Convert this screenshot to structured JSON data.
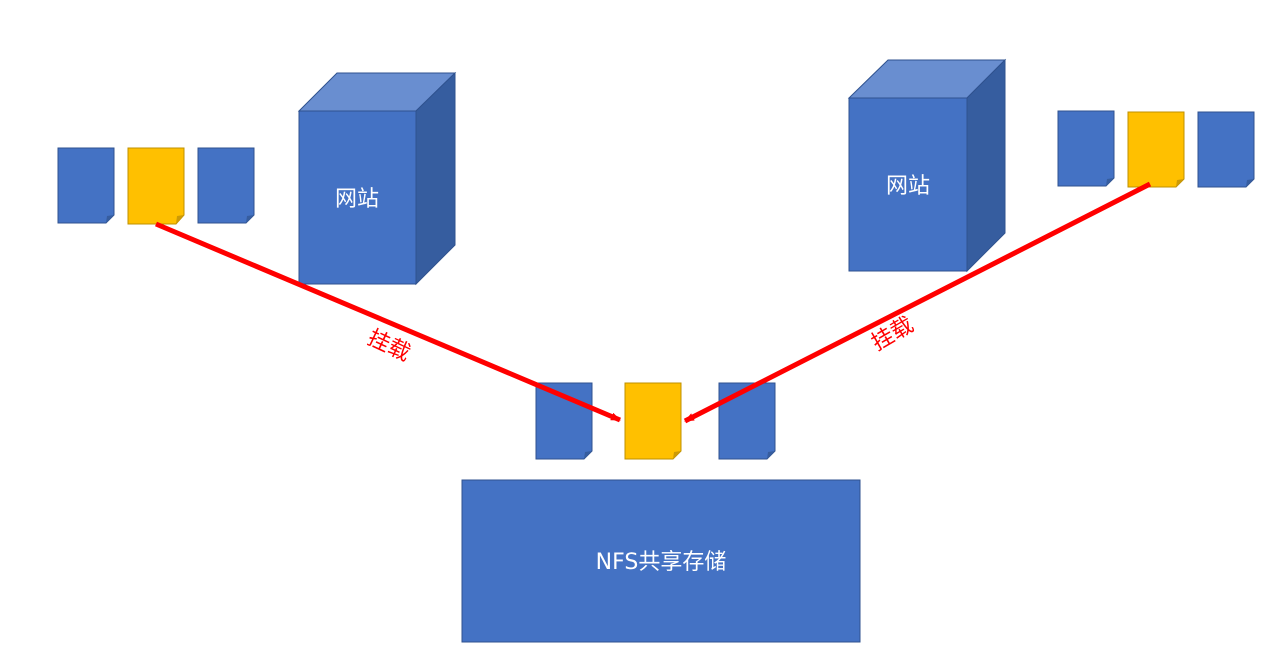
{
  "servers": [
    {
      "label": "网站"
    },
    {
      "label": "网站"
    }
  ],
  "storage": {
    "label": "NFS共享存储"
  },
  "connections": [
    {
      "label": "挂载"
    },
    {
      "label": "挂载"
    }
  ],
  "colors": {
    "file_blue": "#4472C4",
    "file_yellow": "#FFC000",
    "cube_front": "#4472C4",
    "cube_top": "#698ED0",
    "cube_side": "#365D9F",
    "arrow": "#FF0000",
    "text_white": "#FFFFFF",
    "text_red": "#FF0000"
  }
}
